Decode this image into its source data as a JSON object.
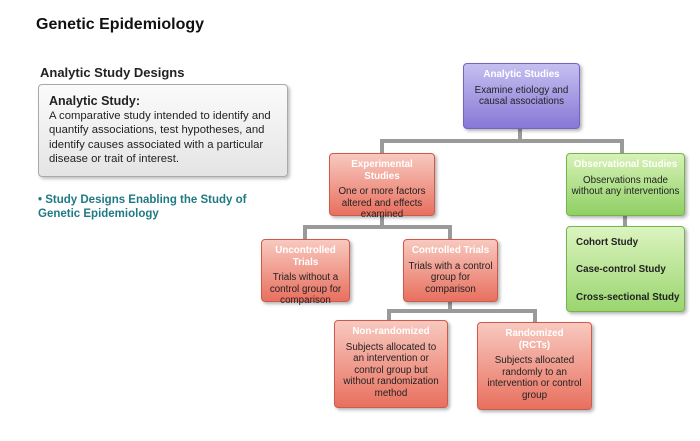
{
  "page": {
    "title": "Genetic Epidemiology"
  },
  "section": {
    "title": "Analytic Study Designs"
  },
  "definition": {
    "heading": "Analytic Study:",
    "text": "A comparative study intended to identify and quantify associations, test hypotheses, and identify causes associated with a particular disease or trait of interest."
  },
  "link": {
    "bullet": "•",
    "text": "Study Designs Enabling the Study of Genetic Epidemiology"
  },
  "diagram": {
    "root": {
      "title": "Analytic Studies",
      "desc": "Examine etiology and causal associations"
    },
    "experimental": {
      "title": "Experimental Studies",
      "desc": "One or more factors altered and effects examined"
    },
    "observational": {
      "title": "Observational Studies",
      "desc": "Observations made without any interventions"
    },
    "uncontrolled": {
      "title": "Uncontrolled Trials",
      "desc": "Trials without a control group for comparison"
    },
    "controlled": {
      "title": "Controlled Trials",
      "desc": "Trials with a control group for comparison"
    },
    "nonrandomized": {
      "title": "Non-randomized",
      "desc": "Subjects allocated to an intervention or control group but without randomization method"
    },
    "randomized": {
      "title": "Randomized (RCTs)",
      "desc": "Subjects allocated randomly to an intervention or control group"
    },
    "observational_types": [
      "Cohort Study",
      "Case-control Study",
      "Cross-sectional Study"
    ]
  },
  "colors": {
    "root": "#8778d6",
    "experimental": "#e8705f",
    "observational": "#8fd064",
    "link": "#1f7a84",
    "connector": "#9a9a9a"
  }
}
